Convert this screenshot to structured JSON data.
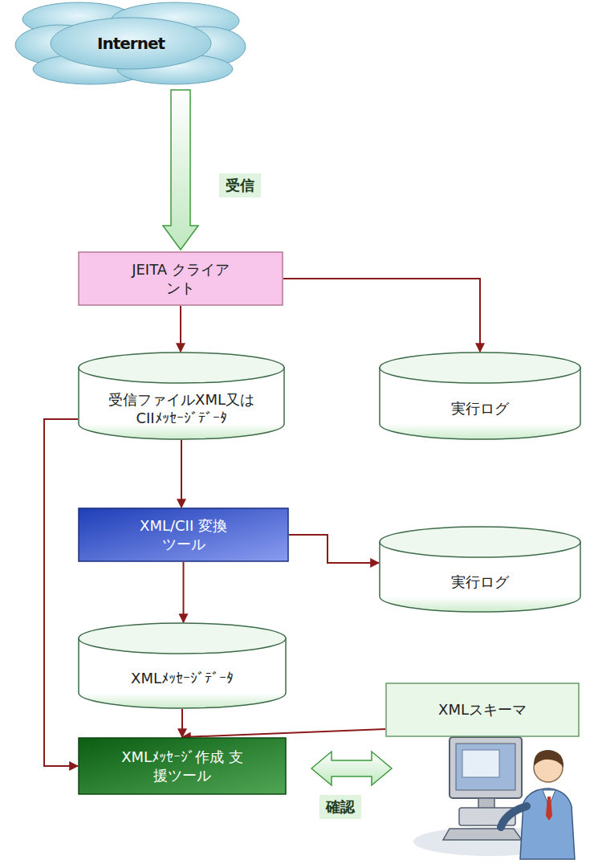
{
  "diagram": {
    "nodes": [
      {
        "text": [
          "Internet"
        ]
      },
      {
        "text": [
          "JEITA クライアント"
        ]
      },
      {
        "text": [
          "受信ファイルXML又は CIIﾒｯｾｰｼﾞﾃﾞｰﾀ"
        ]
      },
      {
        "text": [
          "実行ログ"
        ]
      },
      {
        "text": [
          "XML/CII 変換ツール"
        ]
      },
      {
        "text": [
          "実行ログ"
        ]
      },
      {
        "text": [
          "XMLﾒｯｾｰｼﾞﾃﾞｰﾀ"
        ]
      },
      {
        "text": [
          "XMLスキーマ"
        ]
      },
      {
        "text": [
          "XMLﾒｯｾｰｼﾞ作成 支援ツール"
        ]
      }
    ],
    "edges": [
      {
        "from": 0,
        "to": 1,
        "arrow": "to",
        "label": "受信"
      },
      {
        "from": 1,
        "to": 2,
        "arrow": "to"
      },
      {
        "from": 1,
        "to": 3,
        "arrow": "to"
      },
      {
        "from": 2,
        "to": 4,
        "arrow": "to"
      },
      {
        "from": 4,
        "to": 5,
        "arrow": "to"
      },
      {
        "from": 4,
        "to": 6,
        "arrow": "to"
      },
      {
        "from": 6,
        "to": 8,
        "arrow": "to"
      },
      {
        "from": 7,
        "to": 8,
        "arrow": "to"
      },
      {
        "from": 2,
        "to": 8,
        "arrow": "to"
      }
    ],
    "labels": [
      "確認"
    ]
  }
}
